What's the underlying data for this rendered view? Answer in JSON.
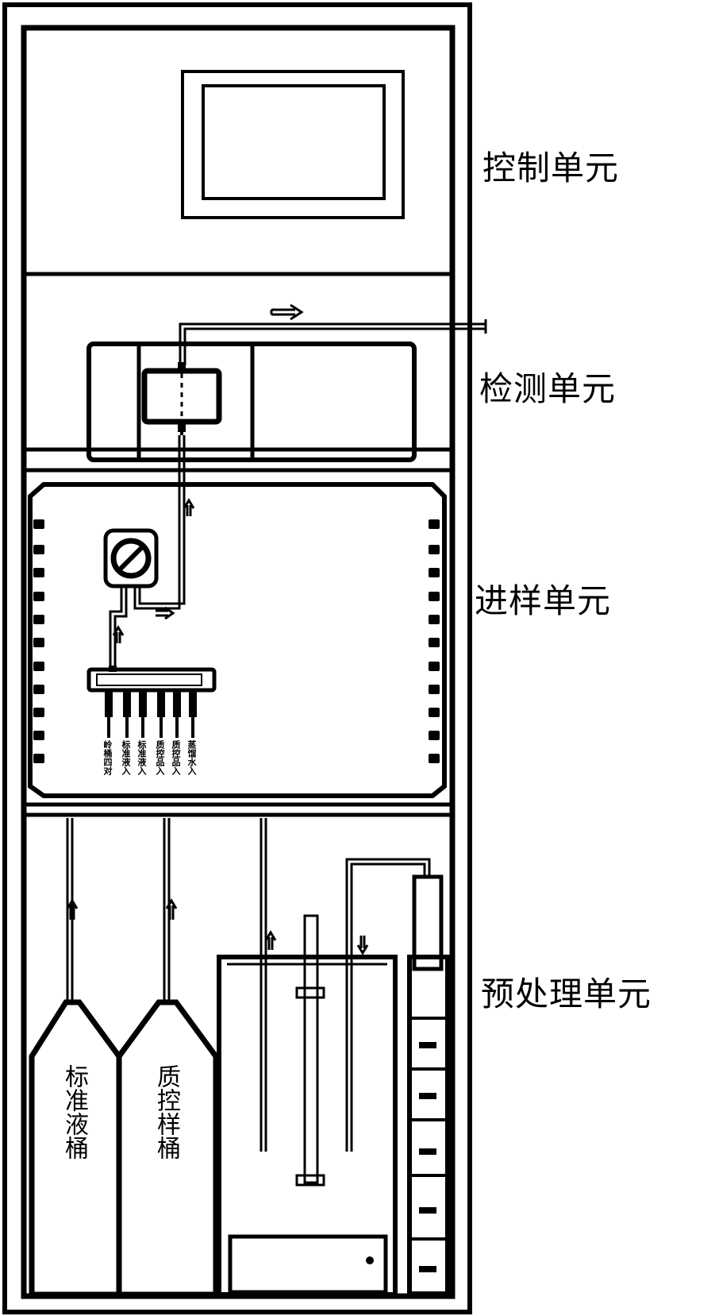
{
  "units": {
    "control": "控制单元",
    "detection": "检测单元",
    "sampling": "进样单元",
    "pretreatment": "预处理单元"
  },
  "buckets": {
    "standard": "标准液桶",
    "qc_sample": "质控样桶"
  },
  "ports": [
    "岭桶四对",
    "标准液入",
    "标准液入",
    "质控品入",
    "质控品入",
    "蒸馏水入"
  ],
  "colors": {
    "line": "#000000",
    "background": "#ffffff"
  }
}
